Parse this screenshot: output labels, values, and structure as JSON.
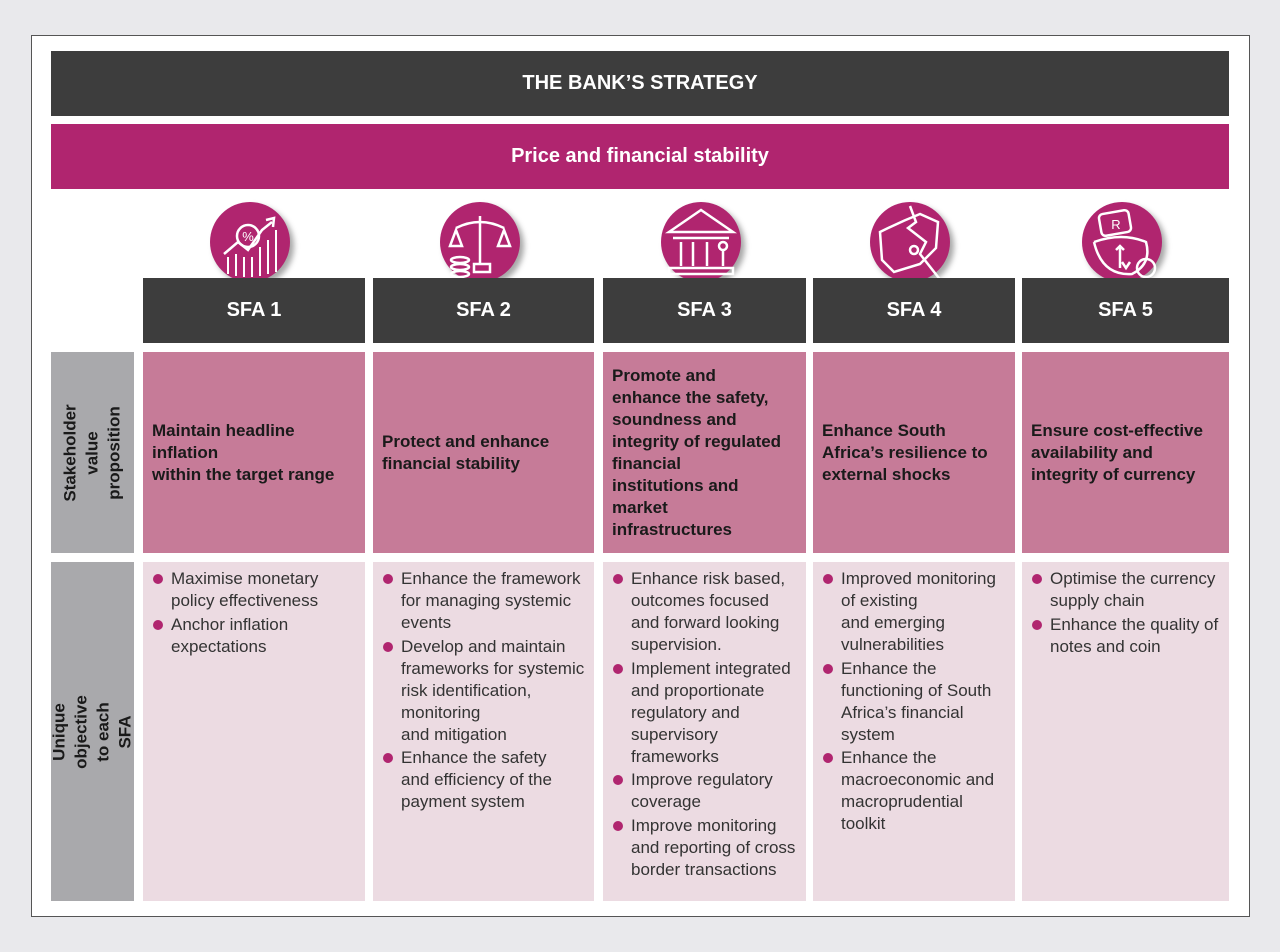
{
  "header": {
    "title": "THE BANK’S STRATEGY",
    "subtitle": "Price and financial stability"
  },
  "row_labels": {
    "proposition": "Stakeholder value\nproposition",
    "objective": "Unique objective to each SFA"
  },
  "colors": {
    "dark": "#3d3d3d",
    "magenta": "#b0256f",
    "proposition_bg": "#c67b98",
    "objective_bg": "#ecdbe2",
    "label_bg": "#a9a9ac"
  },
  "sfas": [
    {
      "label": "SFA 1",
      "icon": "inflation-chart-icon",
      "proposition": "Maintain headline\ninflation\nwithin the target range",
      "objectives": [
        "Maximise monetary\npolicy effectiveness",
        "Anchor inflation\nexpectations"
      ]
    },
    {
      "label": "SFA 2",
      "icon": "scales-coins-icon",
      "proposition": "Protect and enhance\nfinancial stability",
      "objectives": [
        "Enhance the framework\nfor managing systemic\nevents",
        "Develop and maintain\nframeworks for systemic\nrisk identification,\nmonitoring\nand mitigation",
        "Enhance the  safety\nand efficiency of the\npayment system"
      ]
    },
    {
      "label": "SFA 3",
      "icon": "bank-building-icon",
      "proposition": "Promote and\nenhance the safety,\nsoundness and\nintegrity of regulated\nfinancial\ninstitutions and\nmarket\ninfrastructures",
      "objectives": [
        "Enhance risk based,\noutcomes focused\nand forward looking\nsupervision.",
        "Implement integrated\nand proportionate\nregulatory and\nsupervisory\nframeworks",
        "Improve regulatory\ncoverage",
        "Improve monitoring\nand reporting of cross\nborder transactions"
      ]
    },
    {
      "label": "SFA 4",
      "icon": "south-africa-map-icon",
      "proposition": "Enhance South\nAfrica’s resilience to\nexternal shocks",
      "objectives": [
        "Improved monitoring\nof existing\nand emerging\nvulnerabilities",
        "Enhance the\nfunctioning of South\nAfrica’s financial\nsystem",
        "Enhance the\nmacroeconomic and\nmacroprudential\ntoolkit"
      ]
    },
    {
      "label": "SFA 5",
      "icon": "currency-rand-icon",
      "proposition": "Ensure cost-effective\navailability and\nintegrity of currency",
      "objectives": [
        "Optimise the currency\nsupply chain",
        "Enhance the quality of\nnotes and coin"
      ]
    }
  ]
}
